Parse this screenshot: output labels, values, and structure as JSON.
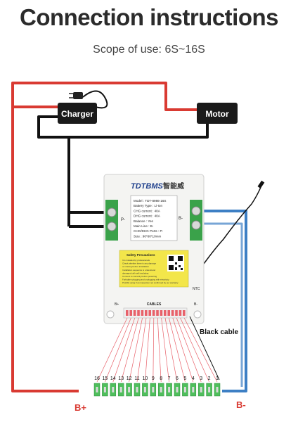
{
  "header": {
    "title": "Connection instructions",
    "subtitle": "Scope of use: 6S~16S"
  },
  "devices": {
    "charger": "Charger",
    "motor": "Motor"
  },
  "bms": {
    "brand": "TDTBMS",
    "brand_cn": "智能威",
    "port_p": "P-",
    "port_b": "B-",
    "port_bplus": "B+",
    "ntc": "NTC",
    "cables": "CABLES",
    "specs": [
      "Model : TDT-8986-16S",
      "Battery Type : Li-Ion",
      "CHG current : 40A",
      "DHG current : 40A",
      "Balance : Yes",
      "Main Line : B-",
      "CHG/DHG Ports : P-",
      "Size : 90*60*10mm"
    ],
    "safety_title": "Safety Precautions",
    "safety_lines": [
      "It is installed by professionals",
      "Check whether there is any damage",
      "or missing before installation",
      "Installation sequence is understood",
      "damaged cell well insulating",
      "Connect to correctly before powering",
      "Forbidden plugging and unplugging with electricity",
      "Prohibit using if an inspection not confirmed by our warranty"
    ]
  },
  "labels": {
    "black_cable": "Black cable",
    "b_plus": "B+",
    "b_minus": "B-"
  },
  "pins": [
    "16",
    "15",
    "14",
    "13",
    "12",
    "11",
    "10",
    "9",
    "8",
    "7",
    "6",
    "5",
    "4",
    "3",
    "2",
    "1"
  ],
  "colors": {
    "red_wire": "#d93a32",
    "blue_wire": "#3d7fc4",
    "black_wire": "#111111",
    "connector_green": "#4fbf5c",
    "label_yellow": "#f3e64a",
    "balance_red": "#e8616a"
  }
}
